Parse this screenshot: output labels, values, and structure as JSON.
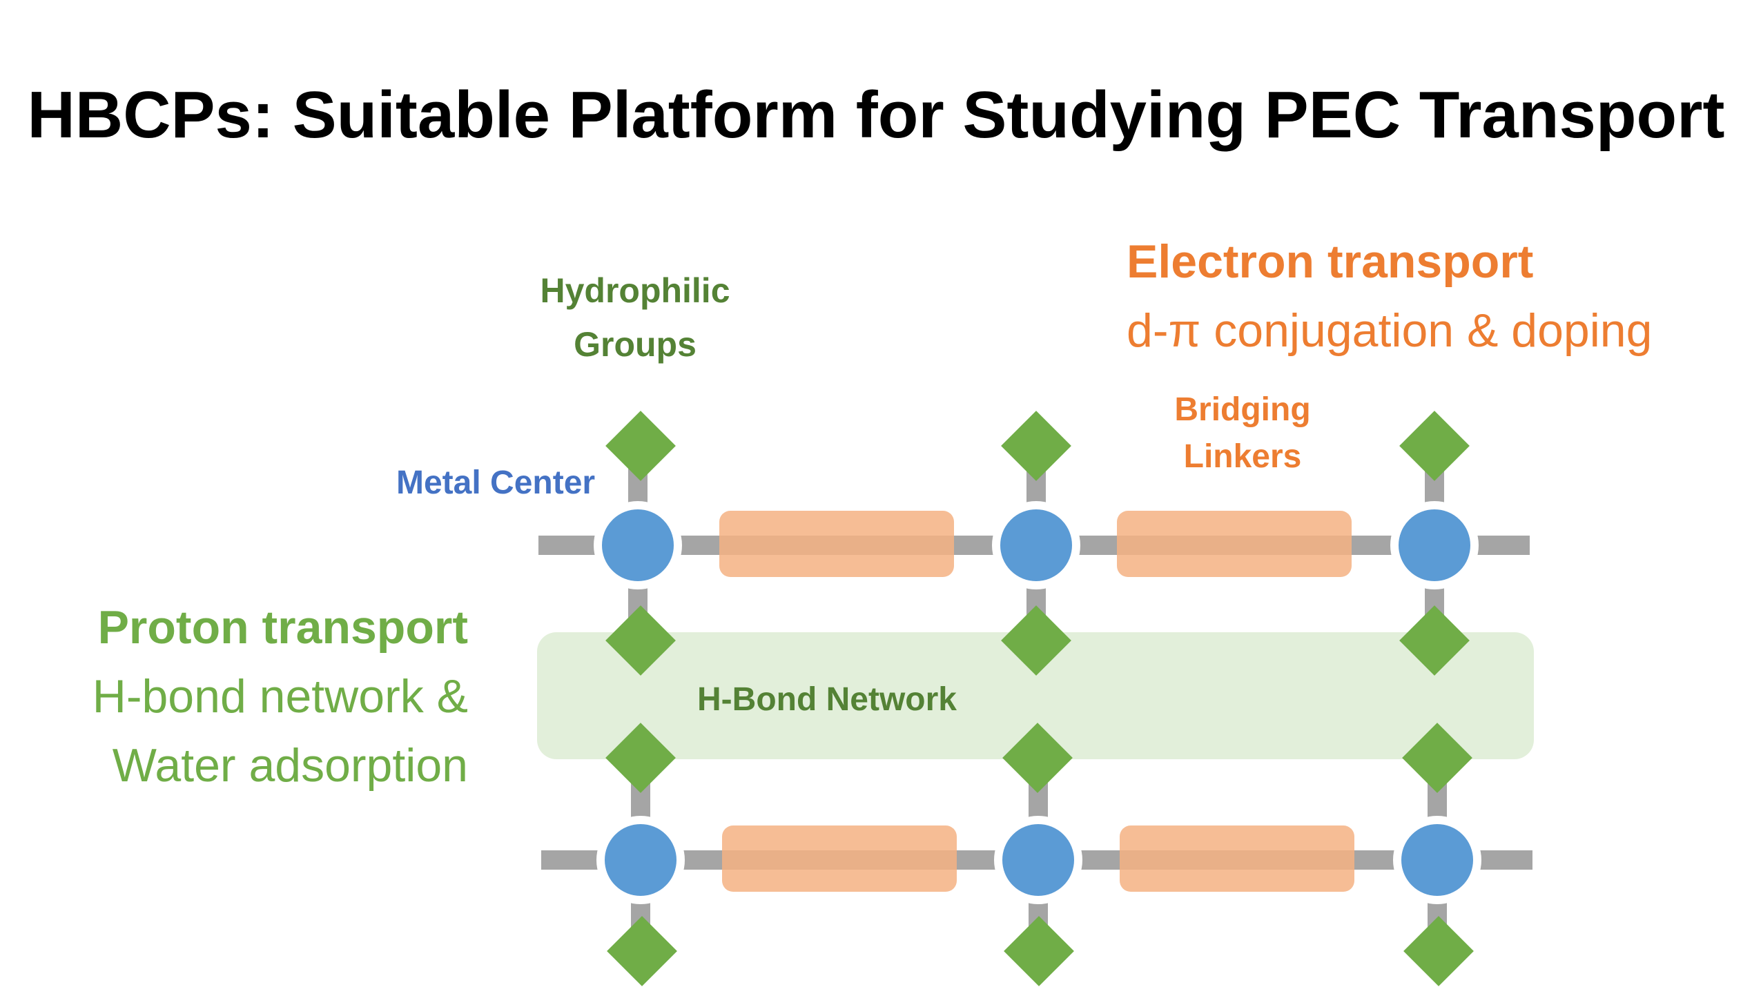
{
  "title": "HBCPs: Suitable Platform for Studying PEC Transport",
  "electron_transport": {
    "heading": "Electron transport",
    "subtitle": "d-π conjugation & doping"
  },
  "proton_transport": {
    "heading": "Proton transport",
    "subtitle_line1": "H-bond network &",
    "subtitle_line2": "Water adsorption"
  },
  "labels": {
    "hydrophilic_line1": "Hydrophilic",
    "hydrophilic_line2": "Groups",
    "bridging_line1": "Bridging",
    "bridging_line2": "Linkers",
    "metal_center": "Metal Center",
    "hbond_network": "H-Bond Network"
  },
  "colors": {
    "metal_node": "#5b9bd5",
    "hydrophilic_group": "#70ad47",
    "bridging_linker": "#f4b183",
    "backbone": "#a5a5a5",
    "hbond_band": "#e2efda",
    "electron_text": "#ed7d31",
    "proton_text": "#70ad47",
    "metal_label": "#4472c4"
  }
}
